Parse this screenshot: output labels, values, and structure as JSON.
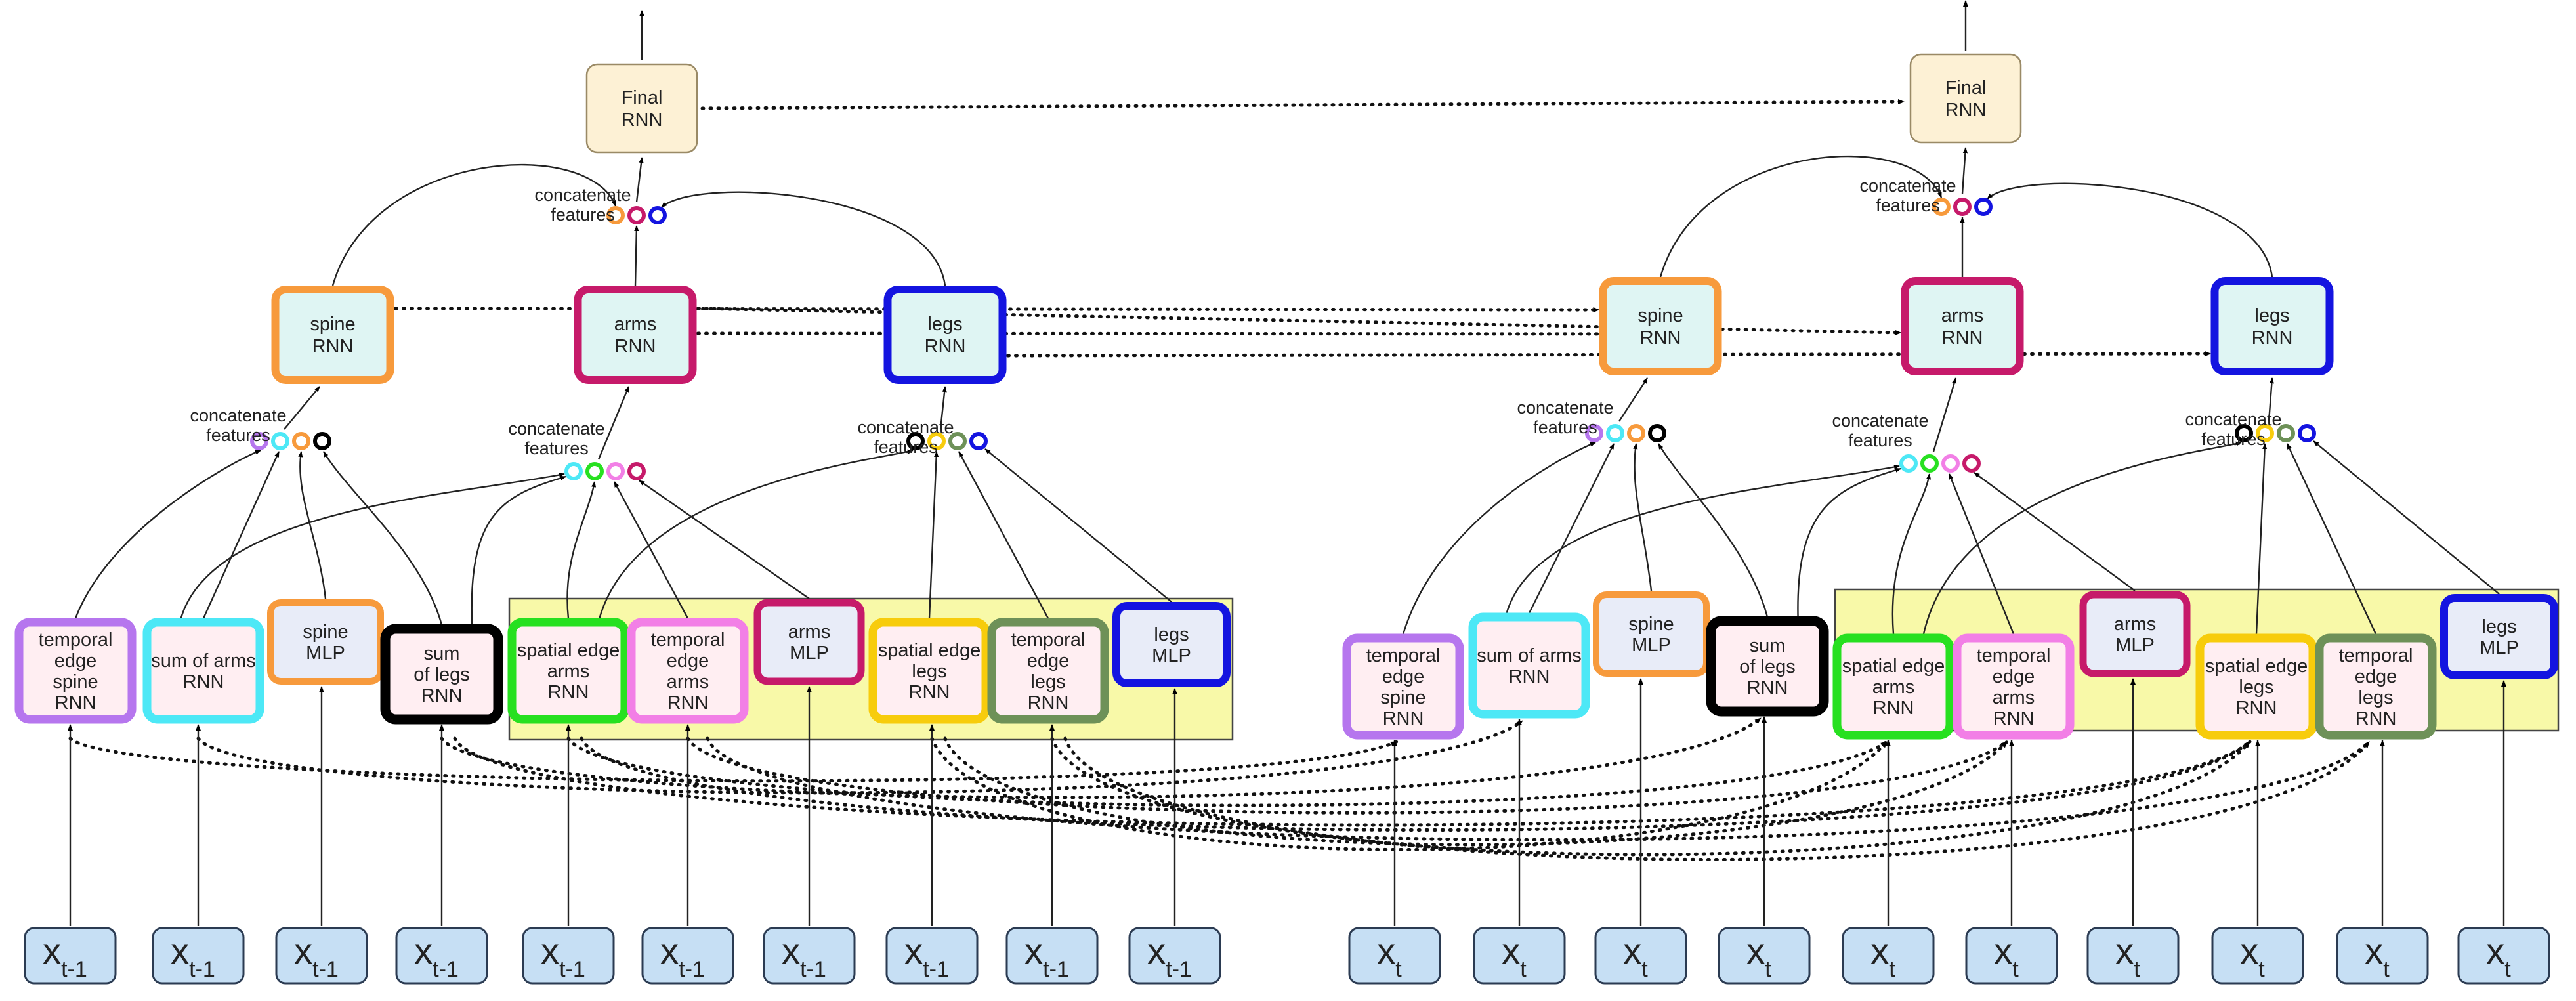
{
  "labels": {
    "concatenate": [
      "concatenate",
      "features"
    ],
    "x_main": "x",
    "sub_left": "t-1",
    "sub_right": "t"
  },
  "colors": {
    "purple": "#b676ee",
    "cyan": "#4de8f6",
    "orange": "#f79a3c",
    "black": "#000000",
    "green": "#27e020",
    "pink": "#f27fe6",
    "magenta": "#c61a6a",
    "yellow": "#f7cc0c",
    "olive": "#6e9158",
    "blue": "#1414e0",
    "fill_pink": "#ffeef2",
    "fill_lav": "#e8ecf8",
    "fill_mint": "#dff5f3",
    "fill_final": "#fdf1d5",
    "fill_input": "#c6dff4",
    "stroke_input": "#2b3b52",
    "group_fill": "#f8f9a8"
  },
  "units": [
    {
      "final": {
        "text": [
          "Final",
          "RNN"
        ]
      },
      "rnns": [
        {
          "id": "spine",
          "text": [
            "spine",
            "RNN"
          ],
          "color": "orange"
        },
        {
          "id": "arms",
          "text": [
            "arms",
            "RNN"
          ],
          "color": "magenta"
        },
        {
          "id": "legs",
          "text": [
            "legs",
            "RNN"
          ],
          "color": "blue"
        }
      ],
      "bottom": [
        {
          "id": "tes",
          "text": [
            "temporal",
            "edge",
            "spine",
            "RNN"
          ],
          "color": "purple"
        },
        {
          "id": "soa",
          "text": [
            "sum of arms",
            "RNN"
          ],
          "color": "cyan"
        },
        {
          "id": "smlp",
          "text": [
            "spine",
            "MLP"
          ],
          "color": "orange"
        },
        {
          "id": "sol",
          "text": [
            "sum",
            "of legs",
            "RNN"
          ],
          "color": "black"
        },
        {
          "id": "sea",
          "text": [
            "spatial edge",
            "arms",
            "RNN"
          ],
          "color": "green"
        },
        {
          "id": "tea",
          "text": [
            "temporal",
            "edge",
            "arms",
            "RNN"
          ],
          "color": "pink"
        },
        {
          "id": "amlp",
          "text": [
            "arms",
            "MLP"
          ],
          "color": "magenta"
        },
        {
          "id": "sel",
          "text": [
            "spatial edge",
            "legs",
            "RNN"
          ],
          "color": "yellow"
        },
        {
          "id": "tel",
          "text": [
            "temporal",
            "edge",
            "legs",
            "RNN"
          ],
          "color": "olive"
        },
        {
          "id": "lmlp",
          "text": [
            "legs",
            "MLP"
          ],
          "color": "blue"
        }
      ]
    },
    {
      "final": {
        "text": [
          "Final",
          "RNN"
        ]
      },
      "rnns": [
        {
          "id": "spine",
          "text": [
            "spine",
            "RNN"
          ],
          "color": "orange"
        },
        {
          "id": "arms",
          "text": [
            "arms",
            "RNN"
          ],
          "color": "magenta"
        },
        {
          "id": "legs",
          "text": [
            "legs",
            "RNN"
          ],
          "color": "blue"
        }
      ],
      "bottom": [
        {
          "id": "tes",
          "text": [
            "temporal",
            "edge",
            "spine",
            "RNN"
          ],
          "color": "purple"
        },
        {
          "id": "soa",
          "text": [
            "sum of arms",
            "RNN"
          ],
          "color": "cyan"
        },
        {
          "id": "smlp",
          "text": [
            "spine",
            "MLP"
          ],
          "color": "orange"
        },
        {
          "id": "sol",
          "text": [
            "sum",
            "of legs",
            "RNN"
          ],
          "color": "black"
        },
        {
          "id": "sea",
          "text": [
            "spatial edge",
            "arms",
            "RNN"
          ],
          "color": "green"
        },
        {
          "id": "tea",
          "text": [
            "temporal",
            "edge",
            "arms",
            "RNN"
          ],
          "color": "pink"
        },
        {
          "id": "amlp",
          "text": [
            "arms",
            "MLP"
          ],
          "color": "magenta"
        },
        {
          "id": "sel",
          "text": [
            "spatial edge",
            "legs",
            "RNN"
          ],
          "color": "yellow"
        },
        {
          "id": "tel",
          "text": [
            "temporal",
            "edge",
            "legs",
            "RNN"
          ],
          "color": "olive"
        },
        {
          "id": "lmlp",
          "text": [
            "legs",
            "MLP"
          ],
          "color": "blue"
        }
      ]
    }
  ],
  "concat_groups": [
    {
      "id": "top",
      "circles": [
        "orange",
        "magenta",
        "blue"
      ]
    },
    {
      "id": "spine",
      "circles": [
        "purple",
        "cyan",
        "orange",
        "black"
      ]
    },
    {
      "id": "arms",
      "circles": [
        "cyan",
        "green",
        "pink",
        "magenta"
      ]
    },
    {
      "id": "legs",
      "circles": [
        "black",
        "yellow",
        "olive",
        "blue"
      ]
    }
  ]
}
